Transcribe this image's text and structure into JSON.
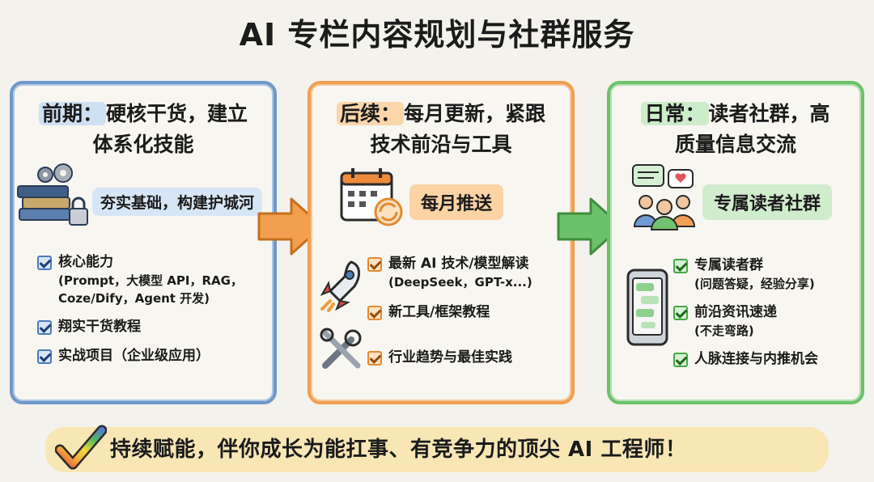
{
  "title": "AI 专栏内容规划与社群服务",
  "columns": [
    {
      "heading_prefix": "前期：",
      "heading_rest": "硬核干货，建立",
      "heading_line2": "体系化技能",
      "callout": "夯实基础，构建护城河",
      "items": [
        {
          "text": "核心能力",
          "sub1": "(Prompt，大模型 API，RAG，",
          "sub2": "Coze/Dify，Agent 开发)"
        },
        {
          "text": "翔实干货教程"
        },
        {
          "text": "实战项目（企业级应用）"
        }
      ]
    },
    {
      "heading_prefix": "后续：",
      "heading_rest": "每月更新，紧跟",
      "heading_line2": "技术前沿与工具",
      "callout": "每月推送",
      "items": [
        {
          "text": "最新 AI 技术/模型解读",
          "sub1": "(DeepSeek，GPT-x...)"
        },
        {
          "text": "新工具/框架教程"
        },
        {
          "text": "行业趋势与最佳实践"
        }
      ]
    },
    {
      "heading_prefix": "日常：",
      "heading_rest": "读者社群，高",
      "heading_line2": "质量信息交流",
      "callout": "专属读者社群",
      "items": [
        {
          "text": "专属读者群",
          "sub1": "(问题答疑，经验分享)"
        },
        {
          "text": "前沿资讯速递",
          "sub1": "(不走弯路)"
        },
        {
          "text": "人脉连接与内推机会"
        }
      ]
    }
  ],
  "banner": "持续赋能，伴你成长为能扛事、有竞争力的顶尖 AI 工程师！",
  "colors": {
    "blue": "#6f98c9",
    "orange": "#ef9f4f",
    "green": "#6cc26a",
    "banner": "#f8e6b4"
  },
  "icons": [
    "books-gears-lock-icon",
    "calendar-refresh-icon",
    "rocket-icon",
    "wrench-icon",
    "community-chat-icon",
    "phone-chat-icon",
    "rainbow-check-icon"
  ]
}
